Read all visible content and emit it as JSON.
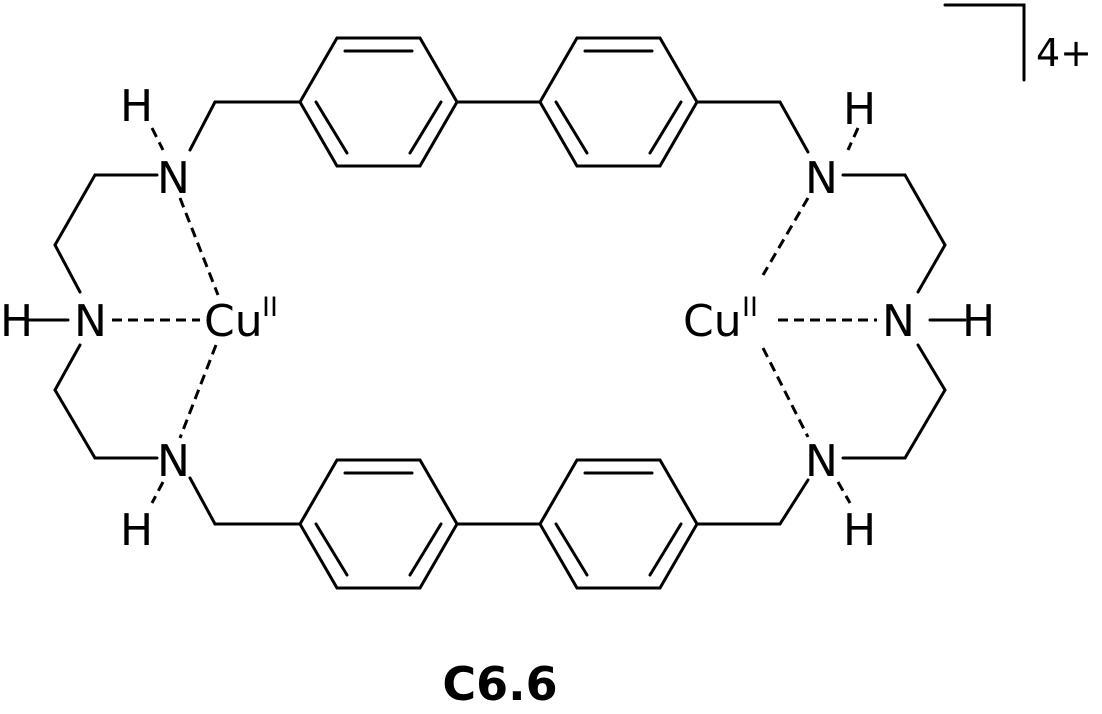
{
  "atoms": {
    "nitrogen": "N",
    "hydrogen": "H",
    "copper": "Cu",
    "copper_oxidation_state": "II"
  },
  "charge": "4+",
  "caption": "C6.6"
}
